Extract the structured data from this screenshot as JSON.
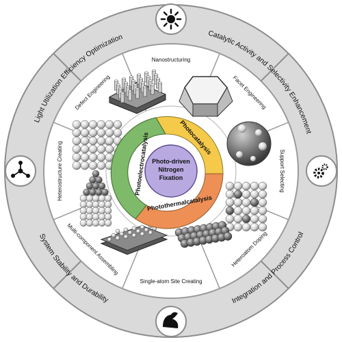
{
  "center": {
    "lines": [
      "Photo-driven",
      "Nitrogen",
      "Fixation"
    ]
  },
  "petals": [
    {
      "label": "Photocatalysis",
      "color": "#f5c94a"
    },
    {
      "label": "Photothermalcatalysis",
      "color": "#ee8f55"
    },
    {
      "label": "Photoelectrocatalysis",
      "color": "#7fb96a"
    }
  ],
  "sectors": [
    "Nanostructuring",
    "Facet Engineering",
    "Support Selecting",
    "Heteroatom Doping",
    "Single-atom Site Creating",
    "Multi-component Assembling",
    "Heterostructure Creating",
    "Defect Engineering"
  ],
  "ring_labels": [
    "Light Utilization Efficiency Optimization",
    "Catalytic Activity and Selectivity Enhancement",
    "Integration and Process Control",
    "System Stability and Durability"
  ],
  "icons": {
    "top": "sun-icon",
    "right": "gear-icon",
    "bottom": "flexed-arm-icon",
    "left": "network-nodes-icon"
  }
}
